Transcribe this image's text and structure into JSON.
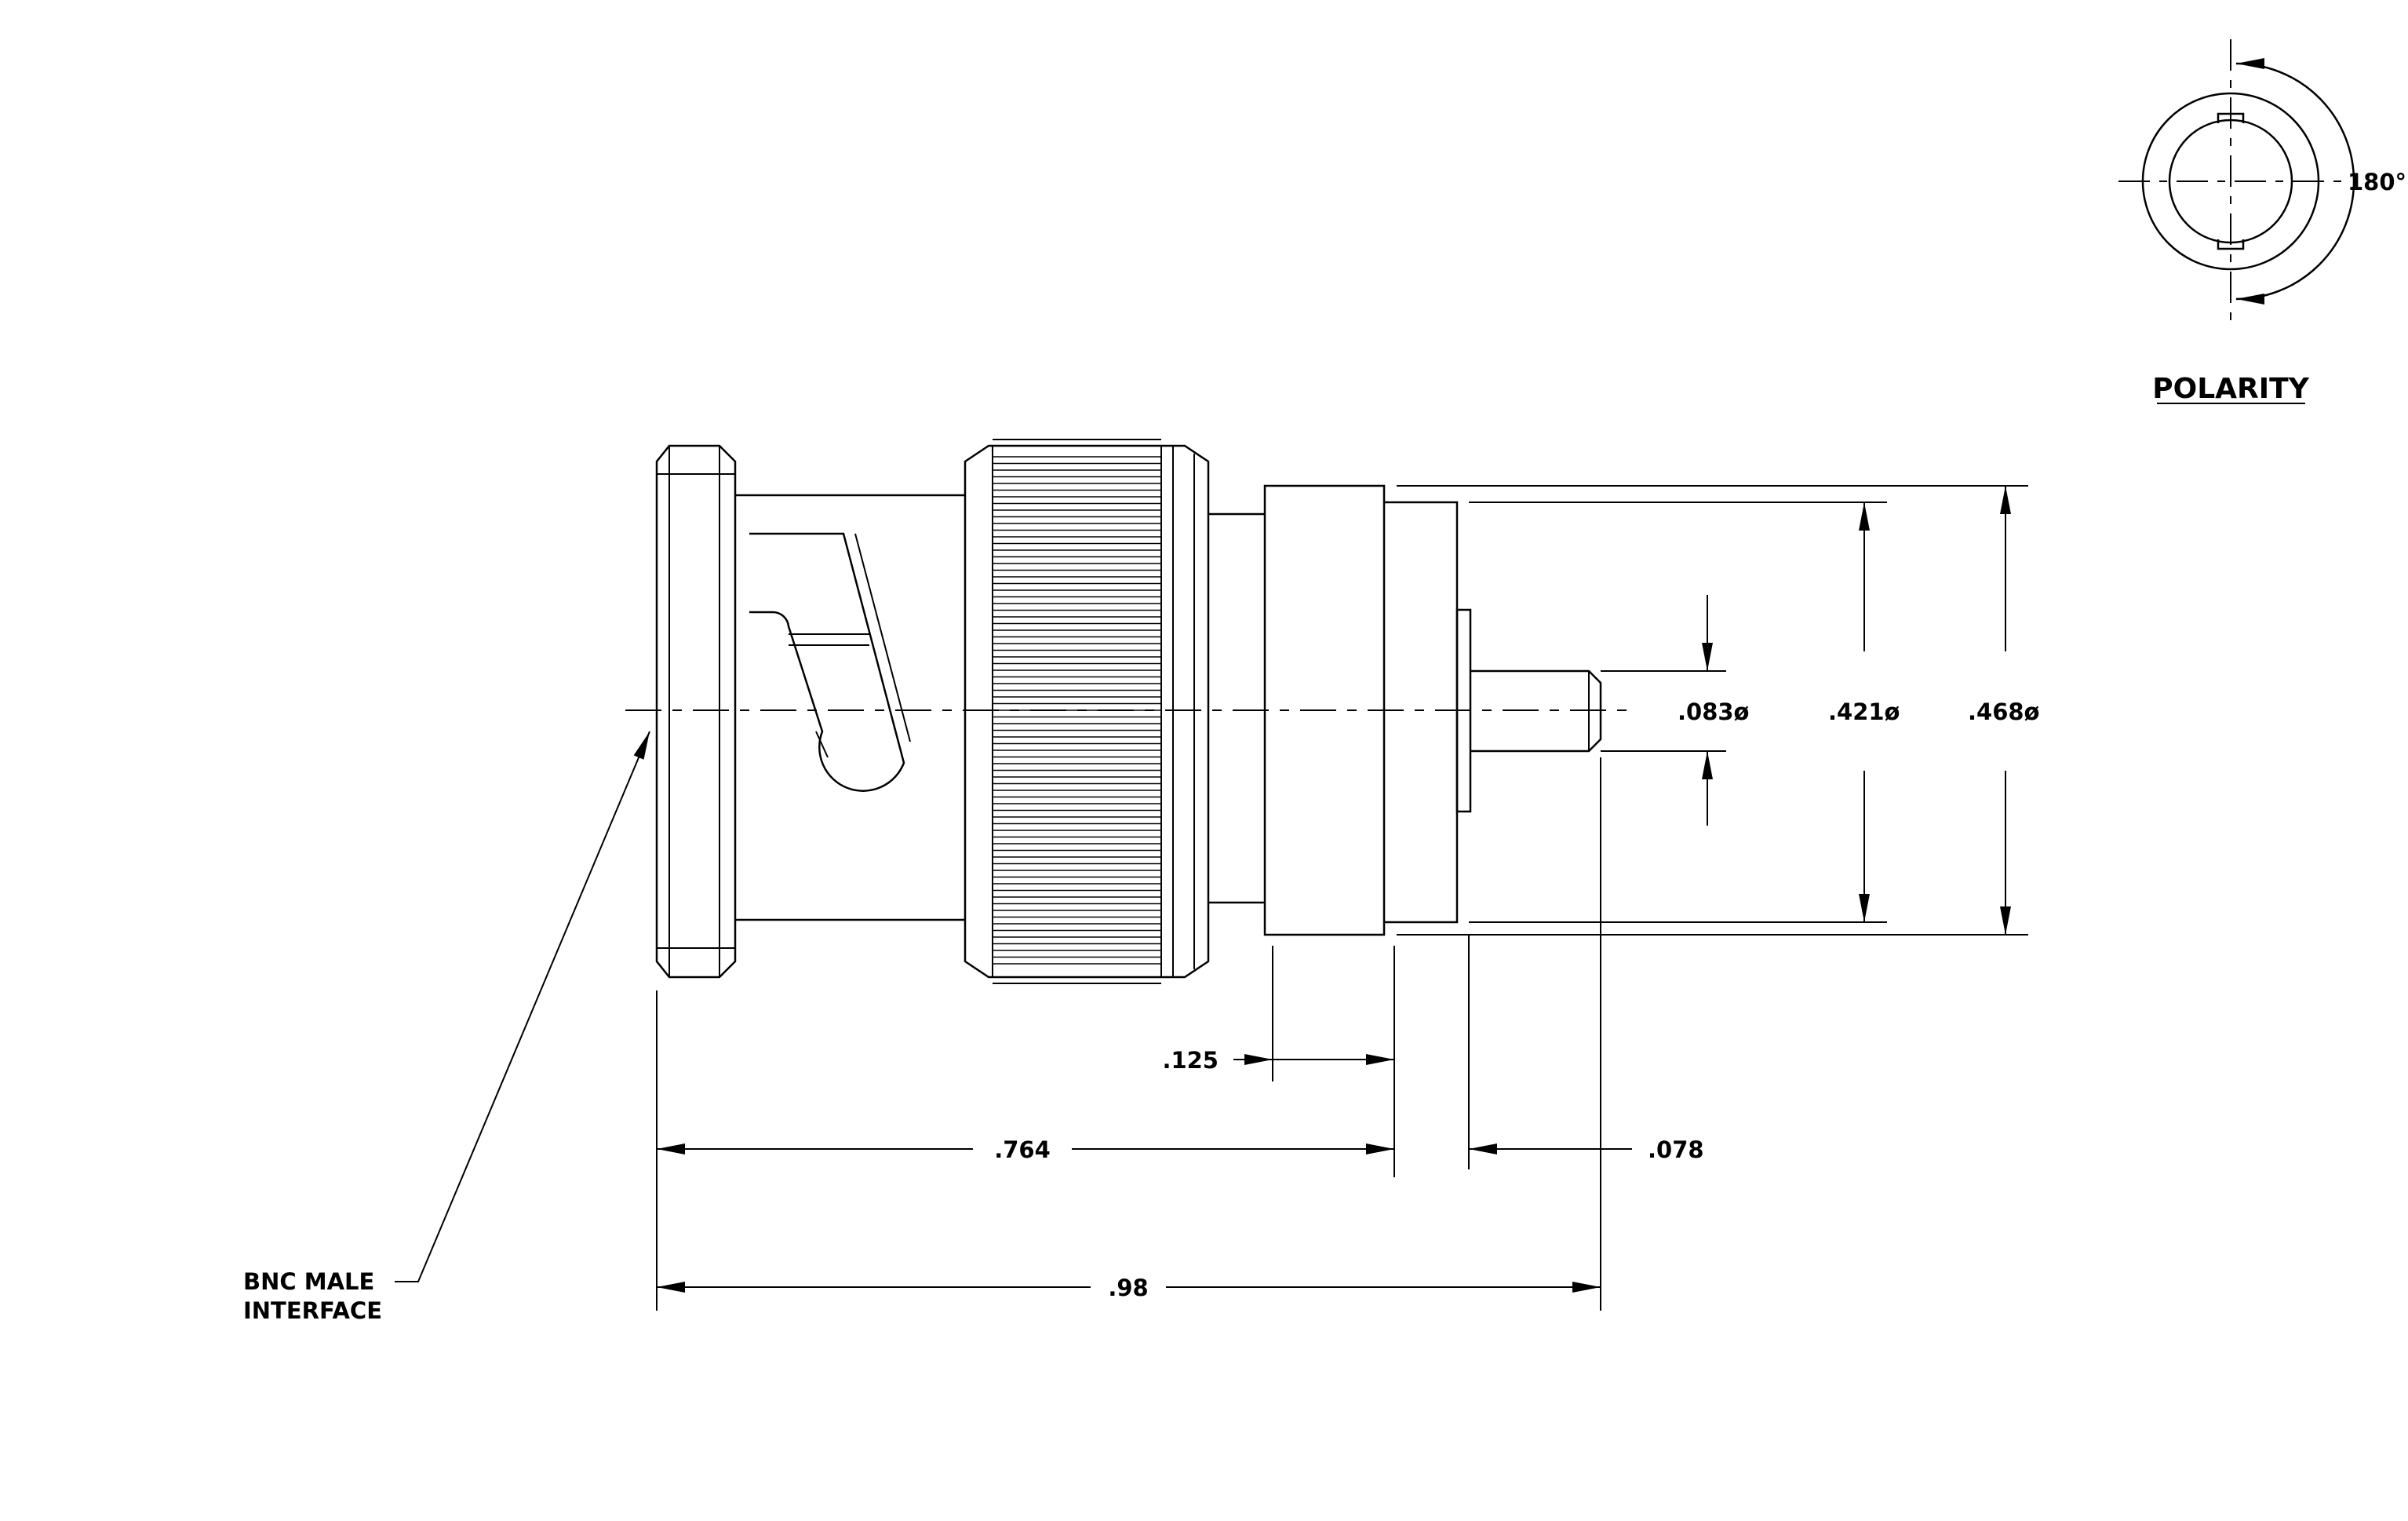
{
  "drawing": {
    "polarity_label": "POLARITY",
    "polarity_angle": "180°",
    "dimensions": {
      "pin_diameter": ".083ø",
      "inner_diameter": ".421ø",
      "outer_diameter": ".468ø",
      "flange_thickness": ".125",
      "body_length": ".764",
      "pin_extension": ".078",
      "overall_length": ".98"
    },
    "interface_note": {
      "line1": "BNC MALE",
      "line2": "INTERFACE"
    },
    "icons": [
      "polarity-keyway-icon",
      "arrow-icon"
    ],
    "colors": {
      "line": "#000000",
      "background": "#ffffff"
    }
  }
}
